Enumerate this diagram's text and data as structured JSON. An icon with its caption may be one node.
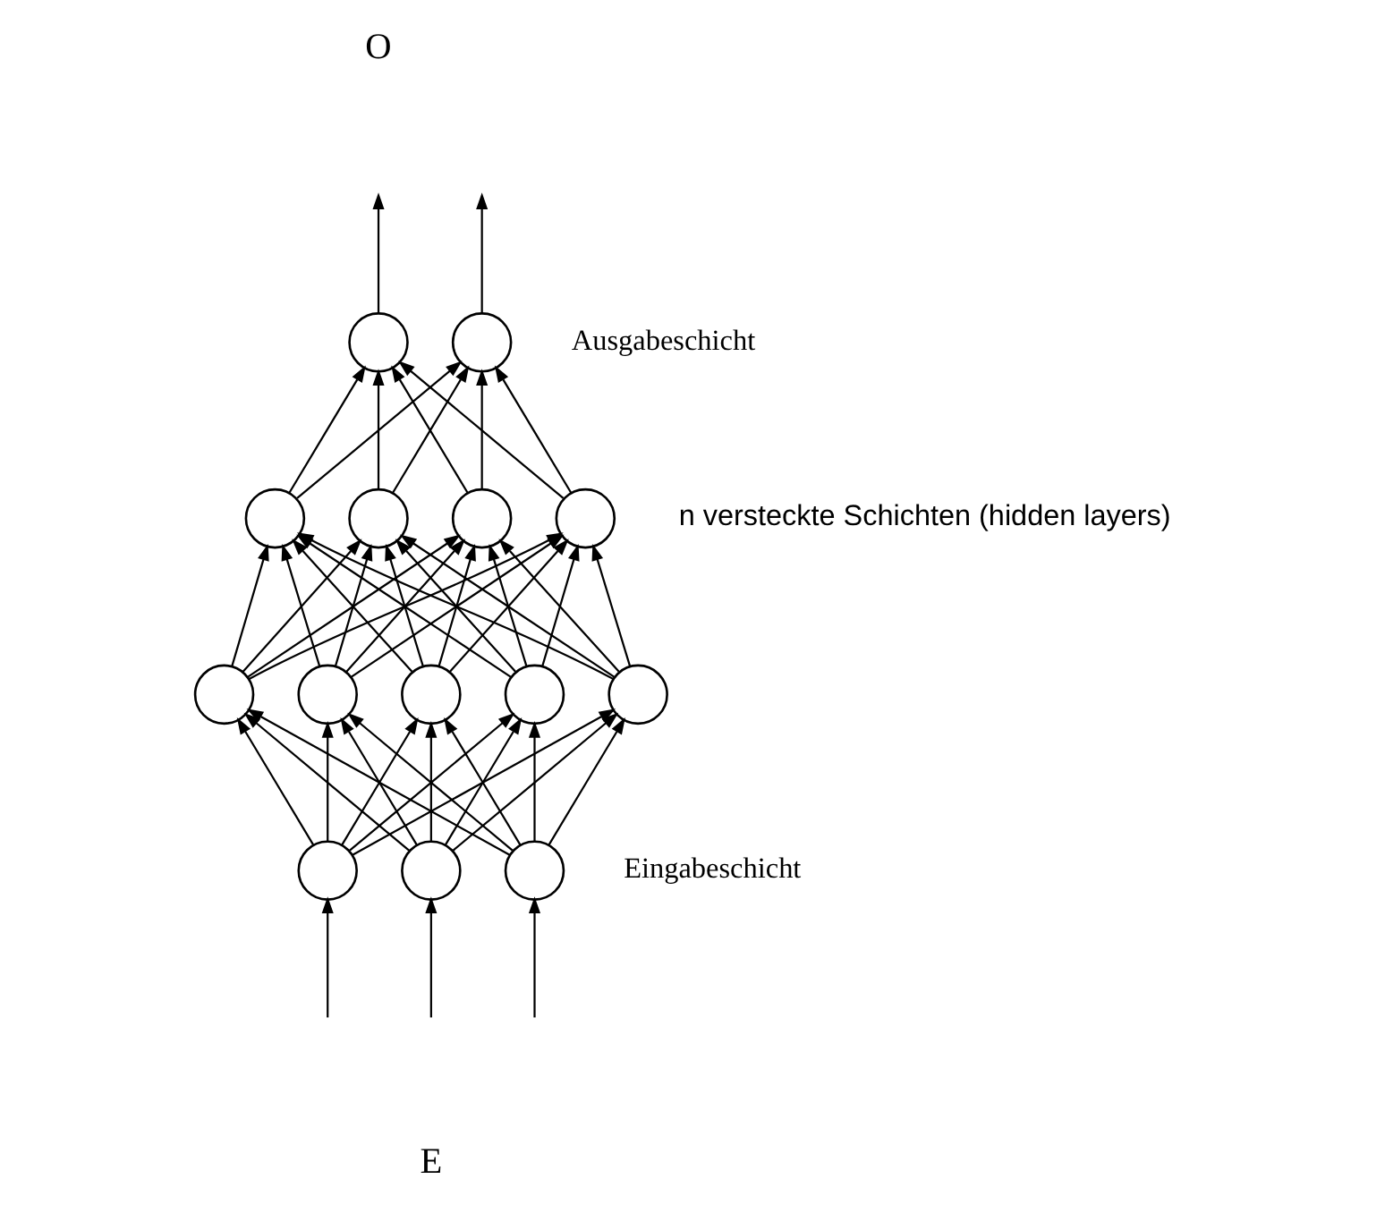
{
  "diagram": {
    "nodes": [
      {
        "text": [],
        "shape": "circle"
      },
      {
        "text": [],
        "shape": "circle"
      },
      {
        "text": [],
        "shape": "circle"
      },
      {
        "text": [],
        "shape": "circle"
      },
      {
        "text": [],
        "shape": "circle"
      },
      {
        "text": [],
        "shape": "circle"
      },
      {
        "text": [],
        "shape": "circle"
      },
      {
        "text": [],
        "shape": "circle"
      },
      {
        "text": [],
        "shape": "circle"
      },
      {
        "text": [],
        "shape": "circle"
      },
      {
        "text": [],
        "shape": "circle"
      },
      {
        "text": [],
        "shape": "circle"
      },
      {
        "text": [],
        "shape": "circle"
      },
      {
        "text": [],
        "shape": "circle"
      }
    ],
    "edges": [
      {
        "from": 0,
        "to": null,
        "arrow": "to"
      },
      {
        "from": 1,
        "to": null,
        "arrow": "to"
      },
      {
        "from": 2,
        "to": 0,
        "arrow": "to"
      },
      {
        "from": 2,
        "to": 1,
        "arrow": "to"
      },
      {
        "from": 3,
        "to": 0,
        "arrow": "to"
      },
      {
        "from": 3,
        "to": 1,
        "arrow": "to"
      },
      {
        "from": 4,
        "to": 0,
        "arrow": "to"
      },
      {
        "from": 4,
        "to": 1,
        "arrow": "to"
      },
      {
        "from": 5,
        "to": 0,
        "arrow": "to"
      },
      {
        "from": 5,
        "to": 1,
        "arrow": "to"
      },
      {
        "from": 6,
        "to": 2,
        "arrow": "to"
      },
      {
        "from": 6,
        "to": 3,
        "arrow": "to"
      },
      {
        "from": 6,
        "to": 4,
        "arrow": "to"
      },
      {
        "from": 6,
        "to": 5,
        "arrow": "to"
      },
      {
        "from": 7,
        "to": 2,
        "arrow": "to"
      },
      {
        "from": 7,
        "to": 3,
        "arrow": "to"
      },
      {
        "from": 7,
        "to": 4,
        "arrow": "to"
      },
      {
        "from": 7,
        "to": 5,
        "arrow": "to"
      },
      {
        "from": 8,
        "to": 2,
        "arrow": "to"
      },
      {
        "from": 8,
        "to": 3,
        "arrow": "to"
      },
      {
        "from": 8,
        "to": 4,
        "arrow": "to"
      },
      {
        "from": 8,
        "to": 5,
        "arrow": "to"
      },
      {
        "from": 9,
        "to": 2,
        "arrow": "to"
      },
      {
        "from": 9,
        "to": 3,
        "arrow": "to"
      },
      {
        "from": 9,
        "to": 4,
        "arrow": "to"
      },
      {
        "from": 9,
        "to": 5,
        "arrow": "to"
      },
      {
        "from": 10,
        "to": 2,
        "arrow": "to"
      },
      {
        "from": 10,
        "to": 3,
        "arrow": "to"
      },
      {
        "from": 10,
        "to": 4,
        "arrow": "to"
      },
      {
        "from": 10,
        "to": 5,
        "arrow": "to"
      },
      {
        "from": 11,
        "to": 6,
        "arrow": "to"
      },
      {
        "from": 11,
        "to": 7,
        "arrow": "to"
      },
      {
        "from": 11,
        "to": 8,
        "arrow": "to"
      },
      {
        "from": 11,
        "to": 9,
        "arrow": "to"
      },
      {
        "from": 11,
        "to": 10,
        "arrow": "to"
      },
      {
        "from": 12,
        "to": 6,
        "arrow": "to"
      },
      {
        "from": 12,
        "to": 7,
        "arrow": "to"
      },
      {
        "from": 12,
        "to": 8,
        "arrow": "to"
      },
      {
        "from": 12,
        "to": 9,
        "arrow": "to"
      },
      {
        "from": 12,
        "to": 10,
        "arrow": "to"
      },
      {
        "from": 13,
        "to": 6,
        "arrow": "to"
      },
      {
        "from": 13,
        "to": 7,
        "arrow": "to"
      },
      {
        "from": 13,
        "to": 8,
        "arrow": "to"
      },
      {
        "from": 13,
        "to": 9,
        "arrow": "to"
      },
      {
        "from": 13,
        "to": 10,
        "arrow": "to"
      },
      {
        "from": null,
        "to": 11,
        "arrow": "to"
      },
      {
        "from": null,
        "to": 12,
        "arrow": "to"
      },
      {
        "from": null,
        "to": 13,
        "arrow": "to"
      }
    ],
    "labels": [
      "O",
      "Ausgabeschicht",
      "n versteckte Schichten (hidden layers)",
      "Eingabeschicht",
      "E"
    ]
  }
}
